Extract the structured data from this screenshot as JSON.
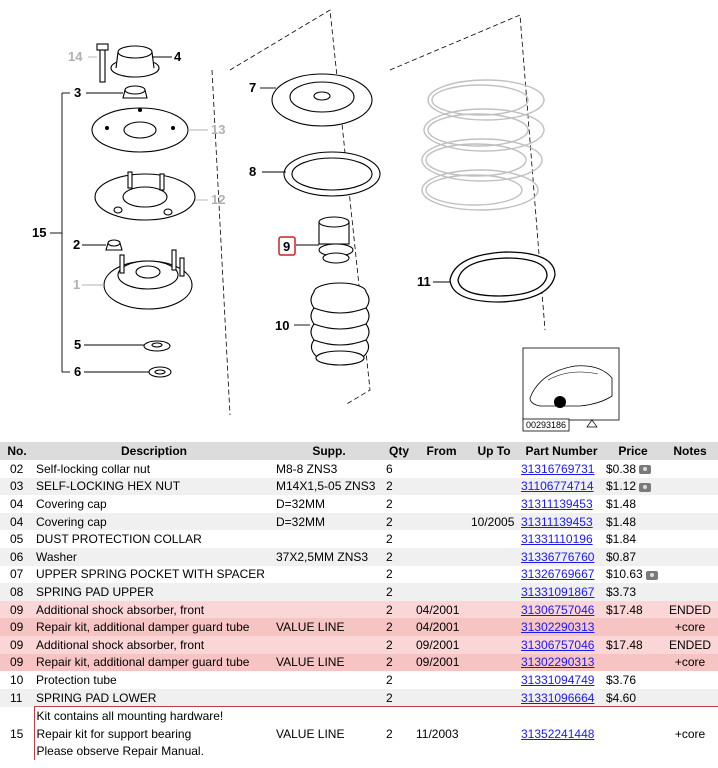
{
  "diagram": {
    "callouts": {
      "c14": "14",
      "c4": "4",
      "c3": "3",
      "c13": "13",
      "c12": "12",
      "c15": "15",
      "c2": "2",
      "c1": "1",
      "c5": "5",
      "c6": "6",
      "c7": "7",
      "c8": "8",
      "c9": "9",
      "c10": "10",
      "c11": "11"
    },
    "thumbnail_code": "00293186"
  },
  "table": {
    "headers": {
      "no": "No.",
      "description": "Description",
      "supp": "Supp.",
      "qty": "Qty",
      "from": "From",
      "upto": "Up To",
      "part": "Part Number",
      "price": "Price",
      "notes": "Notes"
    },
    "rows": [
      {
        "no": "02",
        "desc": "Self-locking collar nut",
        "supp": "M8-8 ZNS3",
        "qty": "6",
        "from": "",
        "upto": "",
        "part": "31316769731",
        "price": "$0.38",
        "notes": "",
        "cam": true
      },
      {
        "no": "03",
        "desc": "SELF-LOCKING HEX NUT",
        "supp": "M14X1,5-05 ZNS3",
        "qty": "2",
        "from": "",
        "upto": "",
        "part": "31106774714",
        "price": "$1.12",
        "notes": "",
        "cam": true
      },
      {
        "no": "04",
        "desc": "Covering cap",
        "supp": "D=32MM",
        "qty": "2",
        "from": "",
        "upto": "",
        "part": "31311139453",
        "price": "$1.48",
        "notes": "",
        "cam": false
      },
      {
        "no": "04",
        "desc": "Covering cap",
        "supp": "D=32MM",
        "qty": "2",
        "from": "",
        "upto": "10/2005",
        "part": "31311139453",
        "price": "$1.48",
        "notes": "",
        "cam": false
      },
      {
        "no": "05",
        "desc": "DUST PROTECTION COLLAR",
        "supp": "",
        "qty": "2",
        "from": "",
        "upto": "",
        "part": "31331110196",
        "price": "$1.84",
        "notes": "",
        "cam": false
      },
      {
        "no": "06",
        "desc": "Washer",
        "supp": "37X2,5MM ZNS3",
        "qty": "2",
        "from": "",
        "upto": "",
        "part": "31336776760",
        "price": "$0.87",
        "notes": "",
        "cam": false
      },
      {
        "no": "07",
        "desc": "UPPER SPRING POCKET WITH SPACER",
        "supp": "",
        "qty": "2",
        "from": "",
        "upto": "",
        "part": "31326769667",
        "price": "$10.63",
        "notes": "",
        "cam": true
      },
      {
        "no": "08",
        "desc": "SPRING PAD UPPER",
        "supp": "",
        "qty": "2",
        "from": "",
        "upto": "",
        "part": "31331091867",
        "price": "$3.73",
        "notes": "",
        "cam": false
      },
      {
        "no": "09",
        "desc": "Additional shock absorber, front",
        "supp": "",
        "qty": "2",
        "from": "04/2001",
        "upto": "",
        "part": "31306757046",
        "price": "$17.48",
        "notes": "ENDED",
        "cam": false
      },
      {
        "no": "09",
        "desc": "Repair kit, additional damper guard tube",
        "supp": "VALUE LINE",
        "qty": "2",
        "from": "04/2001",
        "upto": "",
        "part": "31302290313",
        "price": "",
        "notes": "+core",
        "cam": false
      },
      {
        "no": "09",
        "desc": "Additional shock absorber, front",
        "supp": "",
        "qty": "2",
        "from": "09/2001",
        "upto": "",
        "part": "31306757046",
        "price": "$17.48",
        "notes": "ENDED",
        "cam": false
      },
      {
        "no": "09",
        "desc": "Repair kit, additional damper guard tube",
        "supp": "VALUE LINE",
        "qty": "2",
        "from": "09/2001",
        "upto": "",
        "part": "31302290313",
        "price": "",
        "notes": "+core",
        "cam": false
      },
      {
        "no": "10",
        "desc": "Protection tube",
        "supp": "",
        "qty": "2",
        "from": "",
        "upto": "",
        "part": "31331094749",
        "price": "$3.76",
        "notes": "",
        "cam": false
      },
      {
        "no": "11",
        "desc": "SPRING PAD LOWER",
        "supp": "",
        "qty": "2",
        "from": "",
        "upto": "",
        "part": "31331096664",
        "price": "$4.60",
        "notes": "",
        "cam": false
      }
    ],
    "kit": {
      "note_top": "Kit contains all mounting hardware!",
      "no": "15",
      "desc": "Repair kit for support bearing",
      "supp": "VALUE LINE",
      "qty": "2",
      "from": "11/2003",
      "part": "31352241448",
      "notes": "+core",
      "note_bottom": "Please observe Repair Manual."
    }
  }
}
